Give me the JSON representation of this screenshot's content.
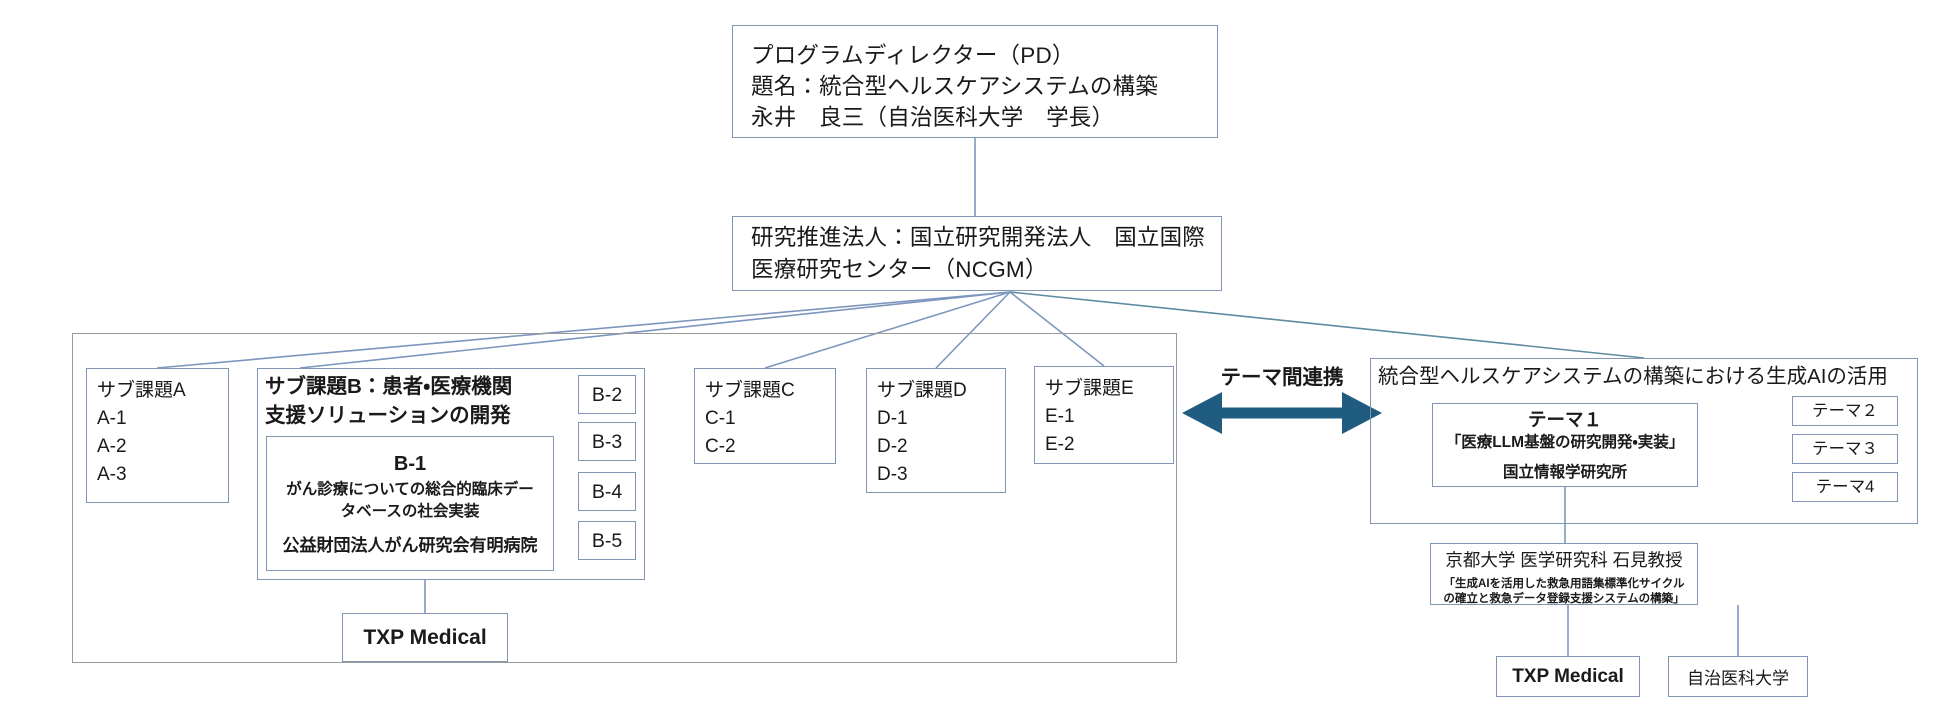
{
  "diagram": {
    "title_nodes": {
      "pd": {
        "name": "program-director",
        "lines": [
          "プログラムディレクター（PD）",
          "題名：統合型ヘルスケアシステムの構築",
          "永井　良三（自治医科大学　学長）"
        ]
      },
      "ncgm": {
        "name": "research-promotion-corporation",
        "lines": [
          "研究推進法人：国立研究開発法人　国立国際",
          "医療研究センター（NCGM）"
        ]
      }
    },
    "left_panel": {
      "sub_a": {
        "heading": "サブ課題A",
        "items": [
          "A-1",
          "A-2",
          "A-3"
        ]
      },
      "sub_b": {
        "heading_lines": [
          "サブ課題B：患者・医療機関",
          "支援ソリューションの開発"
        ],
        "b1": {
          "code": "B-1",
          "desc_lines": [
            "がん診療についての総合的臨床デー",
            "タベースの社会実装"
          ],
          "organization": "公益財団法人がん研究会有明病院"
        },
        "side_items": [
          "B-2",
          "B-3",
          "B-4",
          "B-5"
        ],
        "partner": "TXP Medical"
      },
      "sub_c": {
        "heading": "サブ課題C",
        "items": [
          "C-1",
          "C-2"
        ]
      },
      "sub_d": {
        "heading": "サブ課題D",
        "items": [
          "D-1",
          "D-2",
          "D-3"
        ]
      },
      "sub_e": {
        "heading": "サブ課題E",
        "items": [
          "E-1",
          "E-2"
        ]
      }
    },
    "link": {
      "label": "テーマ間連携",
      "arrow_color": "#1f5c80",
      "icon": "double-arrow-icon"
    },
    "right_panel": {
      "title": "統合型ヘルスケアシステムの構築における生成AIの活用",
      "theme1": {
        "code": "テーマ１",
        "subtitle": "「医療LLM基盤の研究開発・実装」",
        "organization": "国立情報学研究所"
      },
      "side_items": [
        "テーマ２",
        "テーマ３",
        "テーマ4"
      ],
      "kyoto": {
        "title": "京都大学 医学研究科 石見教授",
        "desc_lines": [
          "「生成AIを活用した救急用語集標準化サイクル",
          "の確立と救急データ登録支援システムの構築」"
        ]
      },
      "partners": [
        "TXP Medical",
        "自治医科大学"
      ]
    },
    "colors": {
      "box_border": "#8196b4",
      "container_border": "#9a9a9a",
      "connector": "#7d96bd",
      "arrow": "#1f5c80",
      "text": "#1a1a1a",
      "background": "#ffffff"
    }
  }
}
